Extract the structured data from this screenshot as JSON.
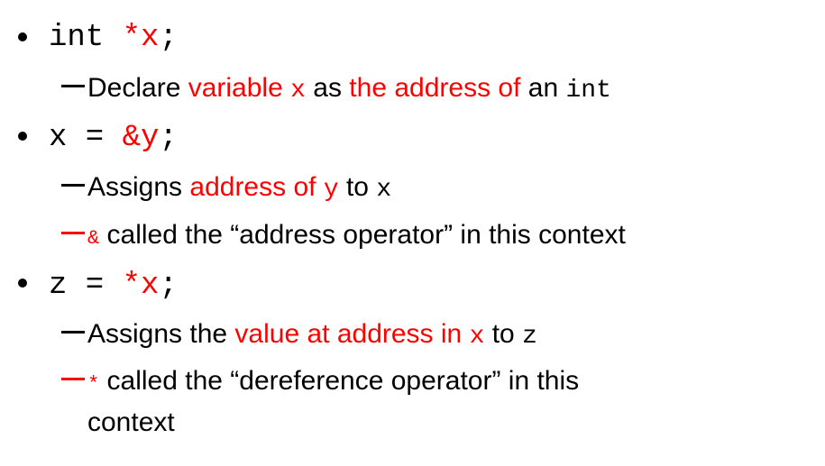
{
  "colors": {
    "text": "#000000",
    "highlight": "#ff0000",
    "background": "#ffffff"
  },
  "items": [
    {
      "code_plain": "int ",
      "code_red": "*x",
      "code_end": ";",
      "subitems": [
        {
          "dash_color": "black",
          "parts": [
            {
              "text": "Declare ",
              "style": "sans"
            },
            {
              "text": "variable ",
              "style": "sans red"
            },
            {
              "text": "x",
              "style": "code red"
            },
            {
              "text": " as ",
              "style": "sans"
            },
            {
              "text": "the address of",
              "style": "sans red"
            },
            {
              "text": " an ",
              "style": "sans"
            },
            {
              "text": "int",
              "style": "code"
            }
          ]
        }
      ]
    },
    {
      "code_plain": "x = ",
      "code_red": "&y",
      "code_end": ";",
      "subitems": [
        {
          "dash_color": "black",
          "parts": [
            {
              "text": "Assigns ",
              "style": "sans"
            },
            {
              "text": "address of ",
              "style": "sans red"
            },
            {
              "text": "y",
              "style": "code red"
            },
            {
              "text": " to ",
              "style": "sans"
            },
            {
              "text": "x",
              "style": "code"
            }
          ]
        },
        {
          "dash_color": "red",
          "parts": [
            {
              "text": "&",
              "style": "tiny red"
            },
            {
              "text": " called the “address operator” in this context",
              "style": "sans"
            }
          ]
        }
      ]
    },
    {
      "code_plain": "z = ",
      "code_red": "*x",
      "code_end": ";",
      "subitems": [
        {
          "dash_color": "black",
          "parts": [
            {
              "text": "Assigns the ",
              "style": "sans"
            },
            {
              "text": "value at address in ",
              "style": "sans red"
            },
            {
              "text": "x",
              "style": "code red"
            },
            {
              "text": " to ",
              "style": "sans"
            },
            {
              "text": "z",
              "style": "code"
            }
          ]
        },
        {
          "dash_color": "red",
          "parts": [
            {
              "text": "*",
              "style": "tiny red"
            },
            {
              "text": " called the “dereference operator” in this",
              "style": "sans"
            }
          ],
          "continuation": "context"
        }
      ]
    }
  ]
}
